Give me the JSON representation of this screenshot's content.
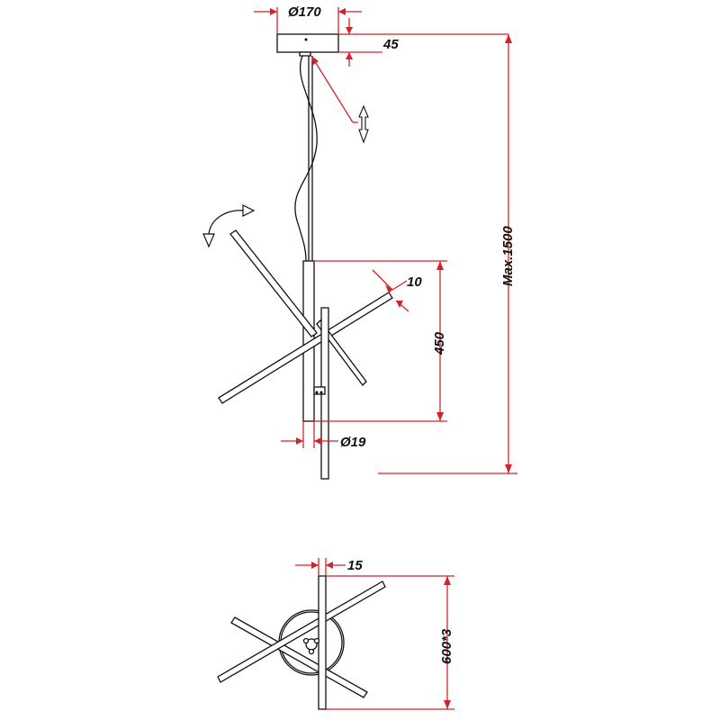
{
  "dimensions": {
    "canopy_diameter": "Ø170",
    "canopy_height": "45",
    "max_height": "Max.1500",
    "arm_width": "10",
    "body_length": "450",
    "tube_diameter": "Ø19",
    "top_view_width": "15",
    "arm_length": "600*3"
  },
  "colors": {
    "dimension_red": "#d2232a",
    "outline": "#111111"
  },
  "icons": [
    "rotate-arrow-icon",
    "height-adjust-arrow-icon"
  ]
}
